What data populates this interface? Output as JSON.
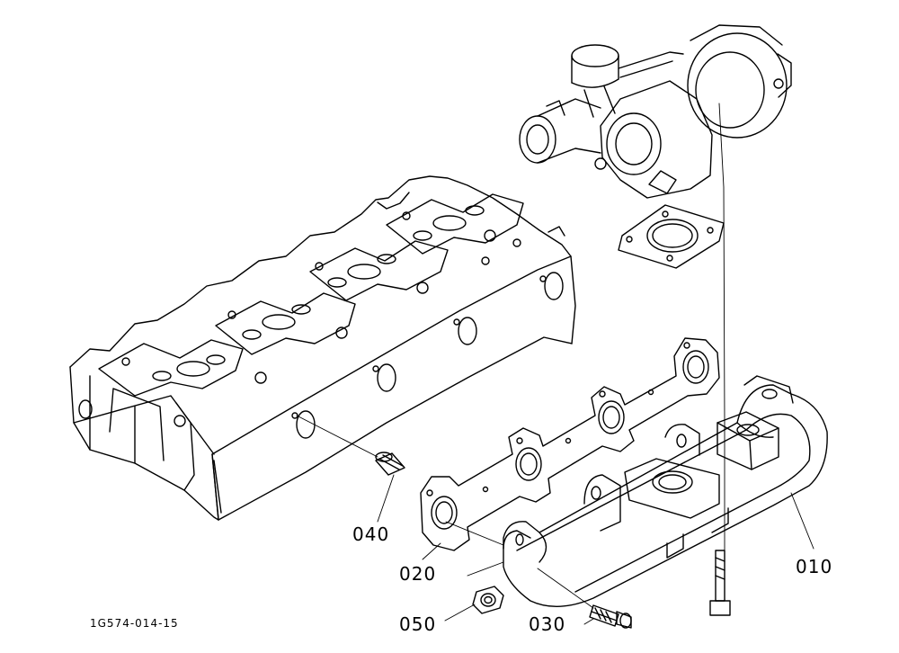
{
  "diagram": {
    "document_id": "1G574-014-15",
    "parts": [
      {
        "number": "010"
      },
      {
        "number": "020"
      },
      {
        "number": "030"
      },
      {
        "number": "040"
      },
      {
        "number": "050"
      }
    ]
  }
}
